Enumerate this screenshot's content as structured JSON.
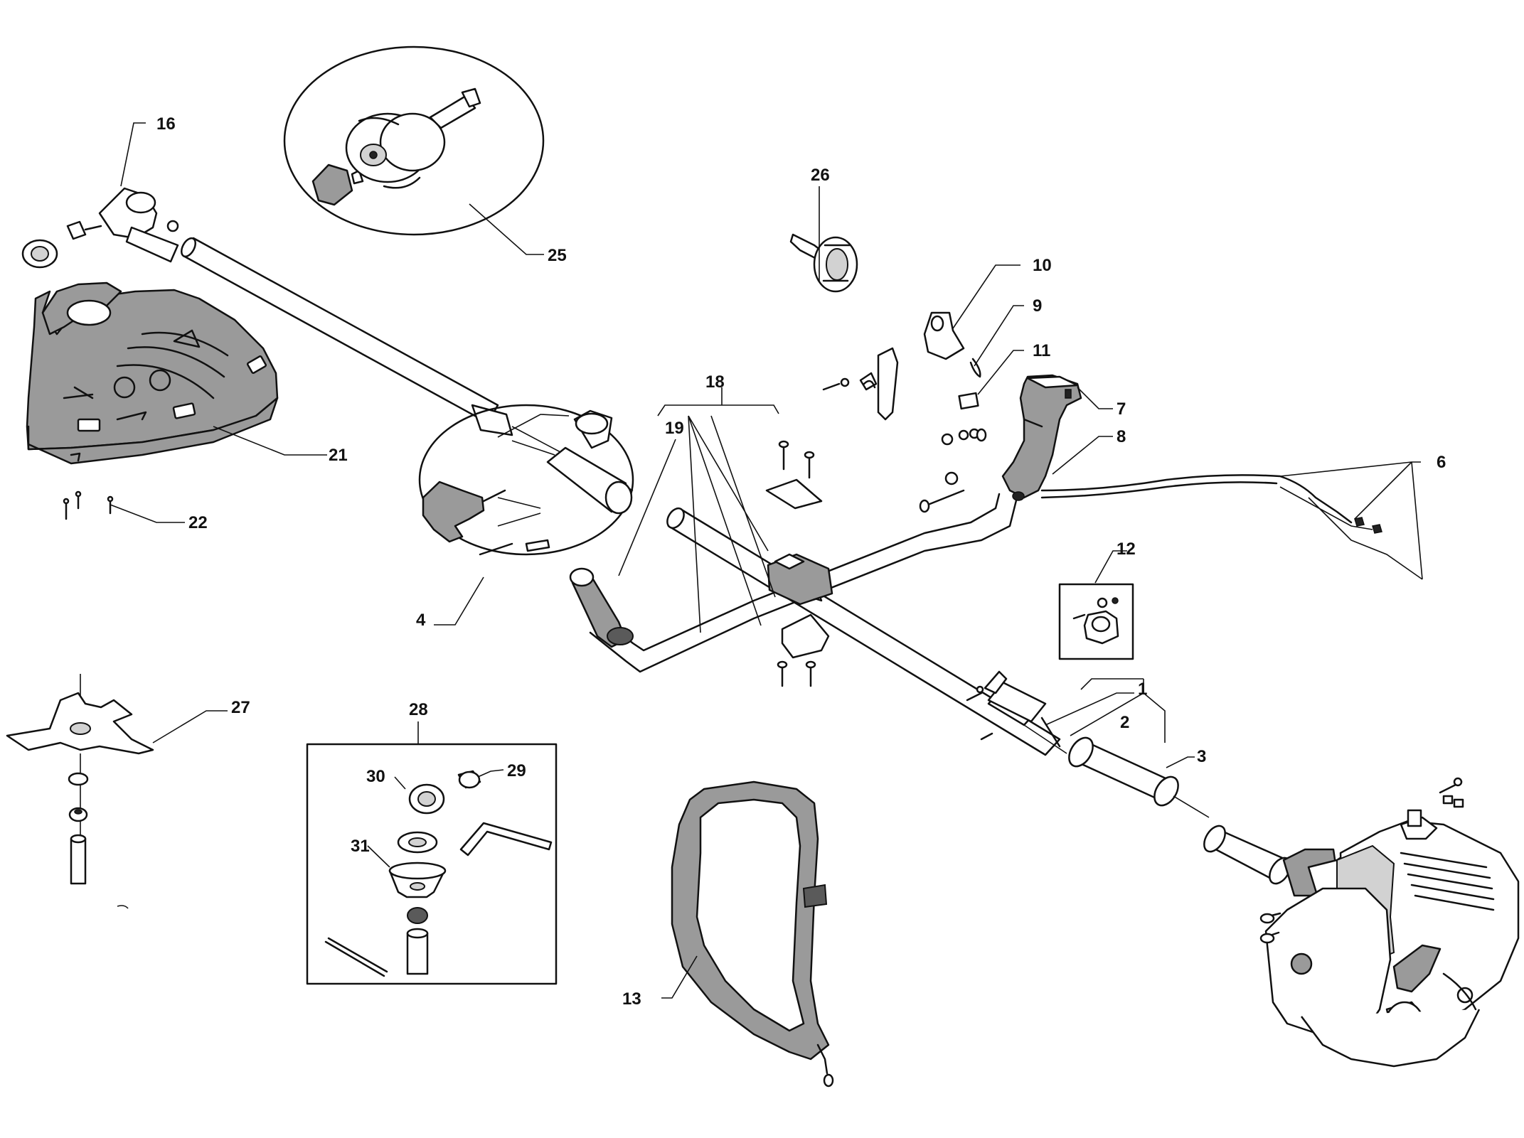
{
  "diagram": {
    "labels": [
      "1",
      "2",
      "3",
      "4",
      "6",
      "7",
      "8",
      "9",
      "10",
      "11",
      "12",
      "13",
      "16",
      "18",
      "19",
      "21",
      "22",
      "25",
      "26",
      "27",
      "28",
      "29",
      "30",
      "31"
    ]
  }
}
